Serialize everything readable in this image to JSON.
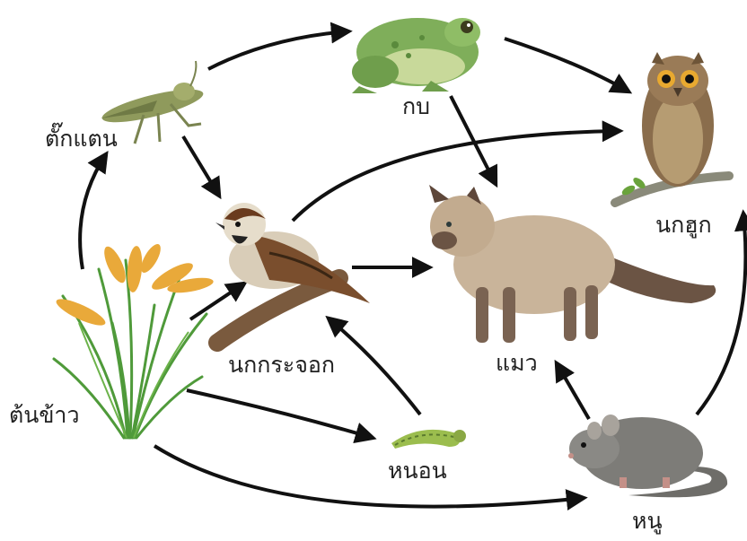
{
  "labels": {
    "rice": "ต้นข้าว",
    "grasshopper": "ตั๊กแตน",
    "frog": "กบ",
    "owl": "นกฮูก",
    "sparrow": "นกกระจอก",
    "cat": "แมว",
    "caterpillar": "หนอน",
    "rat": "หนู"
  },
  "colors": {
    "arrow": "#111111",
    "frog": "#7fae5a",
    "grasshopper": "#8f9a5c",
    "owl": "#8a6d4c",
    "sparrow": "#7a4e2d",
    "cat": "#c9b49a",
    "rat": "#7d7c78",
    "caterpillar": "#9bbd4e",
    "rice_leaf": "#4f9a3a",
    "rice_grain": "#e9a93a"
  },
  "links": [
    {
      "from": "rice",
      "to": "grasshopper"
    },
    {
      "from": "rice",
      "to": "sparrow"
    },
    {
      "from": "rice",
      "to": "caterpillar"
    },
    {
      "from": "rice",
      "to": "rat"
    },
    {
      "from": "grasshopper",
      "to": "frog"
    },
    {
      "from": "grasshopper",
      "to": "sparrow"
    },
    {
      "from": "frog",
      "to": "owl"
    },
    {
      "from": "frog",
      "to": "cat"
    },
    {
      "from": "sparrow",
      "to": "owl"
    },
    {
      "from": "sparrow",
      "to": "cat"
    },
    {
      "from": "caterpillar",
      "to": "sparrow"
    },
    {
      "from": "rat",
      "to": "cat"
    },
    {
      "from": "rat",
      "to": "owl"
    }
  ]
}
